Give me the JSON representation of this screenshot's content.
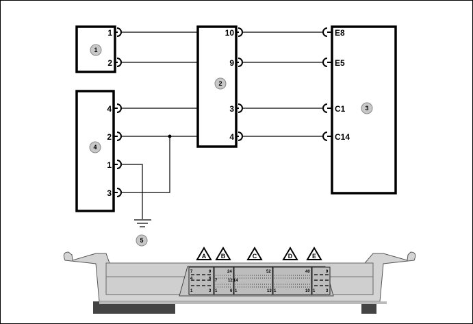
{
  "components": {
    "c1": {
      "label": "1",
      "pins": [
        "1",
        "2"
      ]
    },
    "c2": {
      "label": "2",
      "pins": [
        "10",
        "9",
        "3",
        "4"
      ]
    },
    "c3": {
      "label": "3",
      "pins": [
        "E8",
        "E5",
        "C1",
        "C14"
      ]
    },
    "c4": {
      "label": "4",
      "pins": [
        "4",
        "2",
        "1",
        "3"
      ]
    },
    "ground": {
      "label": "5"
    }
  },
  "connectors": [
    {
      "label": "A",
      "pins": [
        "7",
        "9",
        "4",
        "6",
        "1",
        "3"
      ]
    },
    {
      "label": "B",
      "pins": [
        "24",
        "7",
        "12",
        "1",
        "6"
      ]
    },
    {
      "label": "C",
      "pins": [
        "52",
        "14",
        "1",
        "13"
      ]
    },
    {
      "label": "D",
      "pins": [
        "40",
        "1",
        "10"
      ]
    },
    {
      "label": "E",
      "pins": [
        "9",
        "1",
        "3"
      ]
    }
  ]
}
